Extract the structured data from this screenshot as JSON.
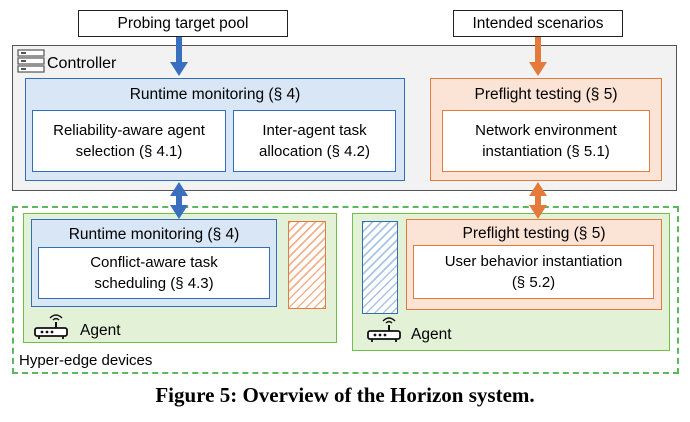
{
  "inputs": {
    "probing_target_pool": "Probing target pool",
    "intended_scenarios": "Intended scenarios"
  },
  "controller": {
    "label": "Controller",
    "runtime_monitoring": {
      "title": "Runtime monitoring (§ 4)",
      "agent_selection": "Reliability-aware agent\nselection (§ 4.1)",
      "task_allocation": "Inter-agent task\nallocation (§ 4.2)"
    },
    "preflight_testing": {
      "title": "Preflight testing (§ 5)",
      "network_instantiation": "Network environment\ninstantiation (§ 5.1)"
    }
  },
  "edge": {
    "label": "Hyper-edge devices",
    "left_agent": {
      "label": "Agent",
      "runtime_monitoring": {
        "title": "Runtime monitoring (§ 4)",
        "task_scheduling": "Conflict-aware task\nscheduling (§ 4.3)"
      }
    },
    "right_agent": {
      "label": "Agent",
      "preflight_testing": {
        "title": "Preflight testing (§ 5)",
        "user_behavior": "User behavior instantiation\n(§ 5.2)"
      }
    }
  },
  "caption": "Figure 5: Overview of the Horizon system.",
  "colors": {
    "blue": "#2e6fb7",
    "orange": "#e47a3c",
    "green": "#5cb85c"
  }
}
